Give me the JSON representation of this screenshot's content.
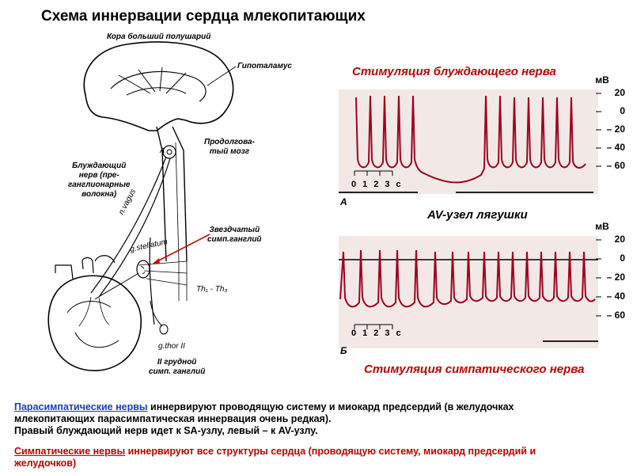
{
  "title": "Схема иннервации сердца млекопитающих",
  "diagram": {
    "labels": {
      "cortex": "Кора больший полушарий",
      "hypothalamus": "Гипоталамус",
      "medulla_line1": "Продолгова-",
      "medulla_line2": "тый мозг",
      "vagus_line1": "Блуждающий",
      "vagus_line2": "нерв (пре-",
      "vagus_line3": "ганглионарные",
      "vagus_line4": "волокна)",
      "stellate_line1": "Звездчатый",
      "stellate_line2": "симп.ганглий",
      "thoracic_line1": "II грудной",
      "thoracic_line2": "симп. ганглий",
      "n_vagus": "n.vagus",
      "g_stellatum": "g.stellatum",
      "th": "Th₁ - Th₃",
      "g_thor": "g.thor II",
      "letter_a": "A"
    }
  },
  "recordings": {
    "vagal_title": "Стимуляция блуждающего нерва",
    "av_title": "AV-узел лягушки",
    "sympathetic_title": "Стимуляция симпатического нерва",
    "unit": "мВ",
    "ticks": [
      "20",
      "0",
      "– 20",
      "– 40",
      "– 60"
    ],
    "panel_a": "А",
    "panel_b": "Б",
    "scale": [
      "0",
      "1",
      "2",
      "3",
      "с"
    ]
  },
  "text": {
    "para_link": "Парасимпатические нервы",
    "para_rest": " иннервируют проводящую систему и миокард предсердий (в желудочках млекопитающих парасимпатическая   иннервация очень редкая).",
    "para_line2": "Правый блуждающий нерв идет к SA-узлу, левый – к AV-узлу.",
    "symp_link": "Симпатические нервы",
    "symp_rest": " иннервируют все структуры сердца (проводящую систему,  миокард предсердий и желудочков)"
  },
  "colors": {
    "trace": "#a0001e",
    "accent_red": "#c00000",
    "accent_blue": "#1a3cc9"
  }
}
